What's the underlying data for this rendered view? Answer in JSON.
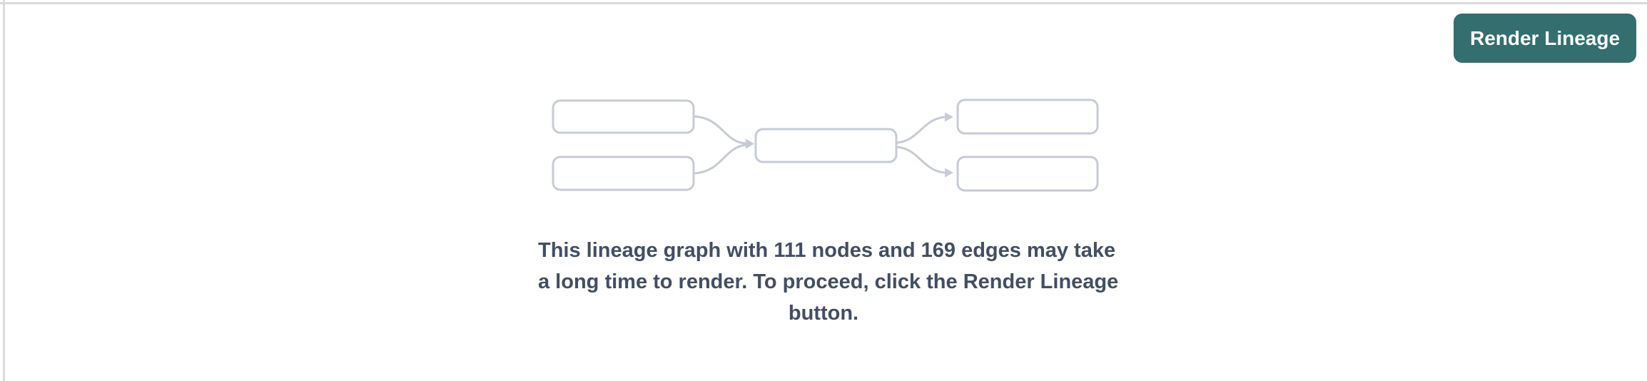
{
  "page": {
    "background_color": "#ffffff",
    "top_border_color": "#d9dadd",
    "left_border_color": "#dcdcdf"
  },
  "toolbar": {
    "render_button_label": "Render Lineage",
    "render_button_bg": "#346e6e",
    "render_button_text_color": "#ffffff"
  },
  "placeholder": {
    "message_full": "This lineage graph with 111 nodes and 169 edges may take a long time to render. To proceed, click the Render Lineage button.",
    "message_lines": [
      "This lineage graph with 111 nodes and 169 edges may take",
      "a long time to render. To proceed, click the Render Lineage",
      "button."
    ],
    "node_count": 111,
    "edge_count": 169,
    "text_color": "#434e63"
  },
  "diagram": {
    "description": "lineage graph preview: two source nodes feed one middle node which feeds two target nodes",
    "box_count": 5,
    "edge_count": 4,
    "stroke_color": "#c6cbd4"
  }
}
